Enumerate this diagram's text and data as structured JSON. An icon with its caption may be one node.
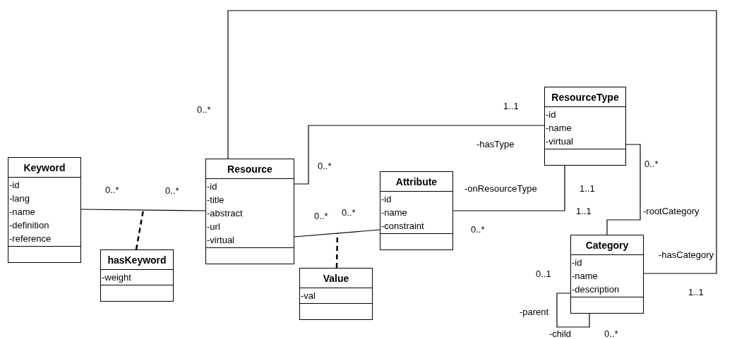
{
  "diagram": {
    "nodes": [
      {
        "text": [
          "Keyword",
          "-id",
          "-lang",
          "-name",
          "-definition",
          "-reference"
        ]
      },
      {
        "text": [
          "hasKeyword",
          "-weight"
        ]
      },
      {
        "text": [
          "Resource",
          "-id",
          "-title",
          "-abstract",
          "-url",
          "-virtual"
        ]
      },
      {
        "text": [
          "Value",
          "-val"
        ]
      },
      {
        "text": [
          "Attribute",
          "-id",
          "-name",
          "-constraint"
        ]
      },
      {
        "text": [
          "ResourceType",
          "-id",
          "-name",
          "-virtual"
        ]
      },
      {
        "text": [
          "Category",
          "-id",
          "-name",
          "-description"
        ]
      }
    ],
    "edges": [
      {
        "from": 0,
        "to": 2,
        "arrow": "none"
      },
      {
        "from": 1,
        "to": null,
        "arrow": "none",
        "style": "dashed"
      },
      {
        "from": 2,
        "to": 5,
        "arrow": "none"
      },
      {
        "from": 2,
        "to": 4,
        "arrow": "none"
      },
      {
        "from": 3,
        "to": null,
        "arrow": "none",
        "style": "dashed"
      },
      {
        "from": 4,
        "to": 5,
        "arrow": "none"
      },
      {
        "from": 5,
        "to": 6,
        "arrow": "none"
      },
      {
        "from": 2,
        "to": 6,
        "arrow": "none"
      },
      {
        "from": 6,
        "to": 6,
        "arrow": "none"
      }
    ],
    "labels": [
      "0..*",
      "1..1",
      "-hasType",
      "0..*",
      "0..*",
      "0..*",
      "0..*",
      "-onResourceType",
      "1..1",
      "1..1",
      "-rootCategory",
      "0..*",
      "0..*",
      "0..*",
      "-hasCategory",
      "0..1",
      "1..1",
      "-parent",
      "-child",
      "0..*"
    ]
  }
}
